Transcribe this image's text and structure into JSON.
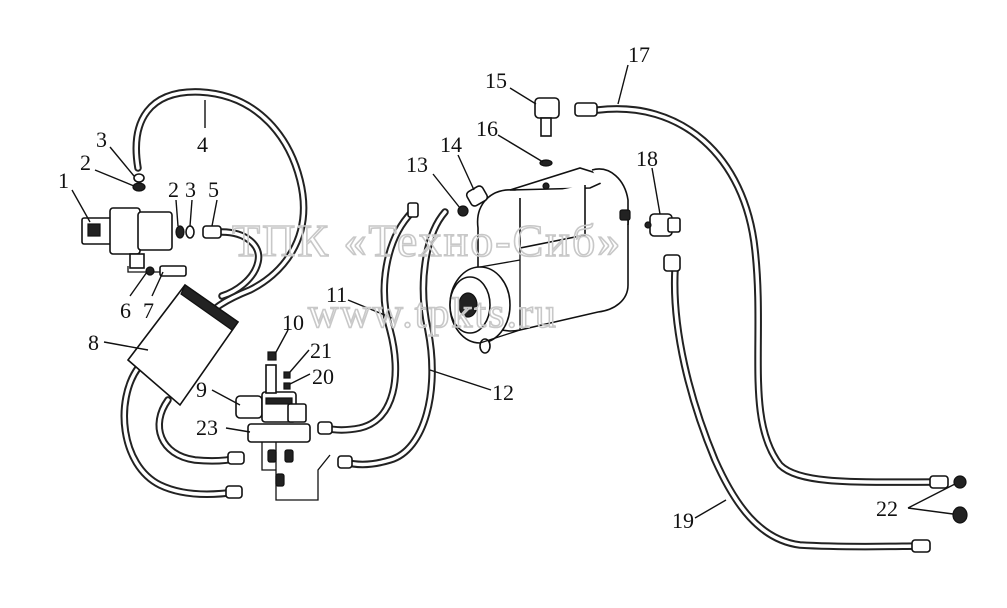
{
  "labels": {
    "l1": "1",
    "l2a": "2",
    "l2b": "2",
    "l3a": "3",
    "l3b": "3",
    "l4": "4",
    "l5": "5",
    "l6": "6",
    "l7": "7",
    "l8": "8",
    "l9": "9",
    "l10": "10",
    "l11": "11",
    "l12": "12",
    "l13": "13",
    "l14": "14",
    "l15": "15",
    "l16": "16",
    "l17": "17",
    "l18": "18",
    "l19": "19",
    "l20": "20",
    "l21": "21",
    "l22": "22",
    "l23": "23"
  },
  "watermark": {
    "line1": "ТПК «Техно-Сиб»",
    "line2": "www.tpkts.ru"
  }
}
